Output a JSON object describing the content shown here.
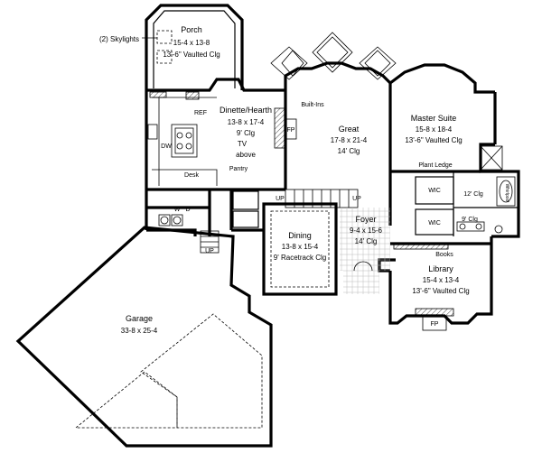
{
  "rooms": {
    "porch": {
      "name": "Porch",
      "dims": "15-4 x 13-8",
      "ceiling": "13'-6\" Vaulted Clg"
    },
    "skylights": {
      "label": "(2) Skylights"
    },
    "dinette": {
      "name": "Dinette/Hearth",
      "dims": "13-8 x 17-4",
      "ceiling": "9' Clg",
      "note1": "TV",
      "note2": "above"
    },
    "great": {
      "name": "Great",
      "dims": "17-8 x 21-4",
      "ceiling": "14' Clg"
    },
    "master": {
      "name": "Master Suite",
      "dims": "15-8 x 18-4",
      "ceiling": "13'-6\" Vaulted Clg"
    },
    "dining": {
      "name": "Dining",
      "dims": "13-8 x 15-4",
      "ceiling": "9' Racetrack Clg"
    },
    "foyer": {
      "name": "Foyer",
      "dims": "9-4 x 15-6",
      "ceiling": "14' Clg"
    },
    "library": {
      "name": "Library",
      "dims": "15-4 x 13-4",
      "ceiling": "13'-6\" Vaulted Clg"
    },
    "garage": {
      "name": "Garage",
      "dims": "33-8 x 25-4"
    }
  },
  "labels": {
    "builtins": "Built-Ins",
    "ref": "REF",
    "dw": "DW",
    "desk": "Desk",
    "pantry": "Pantry",
    "fp_great": "FP",
    "fp_library": "FP",
    "plant_ledge": "Plant Ledge",
    "wic1": "WIC",
    "wic2": "WIC",
    "clg12": "12' Clg",
    "clg9": "9' Clg",
    "whirlpool": "Whirlpool",
    "books": "Books",
    "washer": "W",
    "dryer": "D",
    "up1": "UP",
    "up2": "UP",
    "up3": "UP"
  }
}
